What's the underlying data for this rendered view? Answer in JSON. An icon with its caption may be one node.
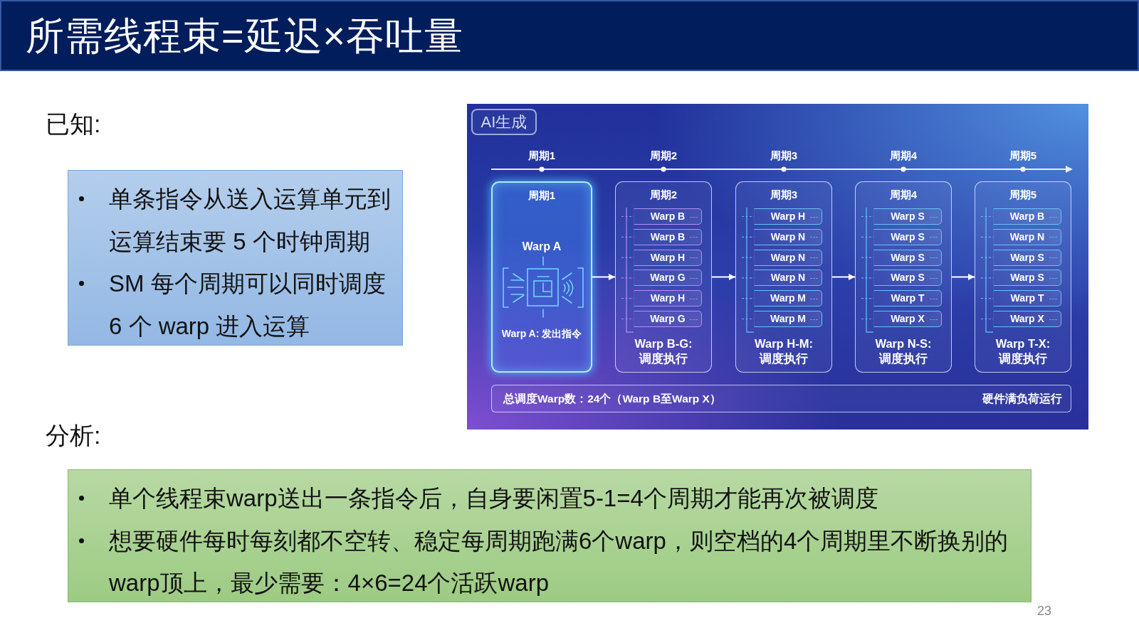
{
  "diagram": {
    "title": "所需线程束=延迟×吞吐量",
    "nodes": [
      {
        "text": [
          "单条指令从送入运算单元到运算结束要 5 个时钟周期",
          "SM 每个周期可以同时调度 6 个 warp 进入运算"
        ]
      },
      {
        "text": [
          "AI生成"
        ]
      },
      {
        "text": [
          "周期1",
          "Warp A",
          "Warp A: 发出指令"
        ]
      },
      {
        "text": [
          "周期2",
          "Warp B-G: 调度执行"
        ]
      },
      {
        "text": [
          "Warp B"
        ],
        "in": 3
      },
      {
        "text": [
          "Warp B"
        ],
        "in": 3
      },
      {
        "text": [
          "Warp H"
        ],
        "in": 3
      },
      {
        "text": [
          "Warp G"
        ],
        "in": 3
      },
      {
        "text": [
          "Warp H"
        ],
        "in": 3
      },
      {
        "text": [
          "Warp G"
        ],
        "in": 3
      },
      {
        "text": [
          "周期3",
          "Warp H-M: 调度执行"
        ]
      },
      {
        "text": [
          "Warp H"
        ],
        "in": 10
      },
      {
        "text": [
          "Warp N"
        ],
        "in": 10
      },
      {
        "text": [
          "Warp N"
        ],
        "in": 10
      },
      {
        "text": [
          "Warp N"
        ],
        "in": 10
      },
      {
        "text": [
          "Warp M"
        ],
        "in": 10
      },
      {
        "text": [
          "Warp M"
        ],
        "in": 10
      },
      {
        "text": [
          "周期4",
          "Warp N-S: 调度执行"
        ]
      },
      {
        "text": [
          "Warp S"
        ],
        "in": 17
      },
      {
        "text": [
          "Warp S"
        ],
        "in": 17
      },
      {
        "text": [
          "Warp S"
        ],
        "in": 17
      },
      {
        "text": [
          "Warp S"
        ],
        "in": 17
      },
      {
        "text": [
          "Warp T"
        ],
        "in": 17
      },
      {
        "text": [
          "Warp X"
        ],
        "in": 17
      },
      {
        "text": [
          "周期5",
          "Warp T-X: 调度执行"
        ]
      },
      {
        "text": [
          "Warp B"
        ],
        "in": 24
      },
      {
        "text": [
          "Warp N"
        ],
        "in": 24
      },
      {
        "text": [
          "Warp S"
        ],
        "in": 24
      },
      {
        "text": [
          "Warp S"
        ],
        "in": 24
      },
      {
        "text": [
          "Warp T"
        ],
        "in": 24
      },
      {
        "text": [
          "Warp X"
        ],
        "in": 24
      },
      {
        "text": [
          "总调度Warp数：24个（Warp B至Warp X）",
          "硬件满负荷运行"
        ]
      },
      {
        "text": [
          "单个线程束warp送出一条指令后，自身要闲置5-1=4个周期才能再次被调度",
          "想要硬件每时每刻都不空转、稳定每周期跑满6个warp，则空档的4个周期里不断换别的warp顶上，最少需要：4×6=24个活跃warp"
        ]
      }
    ],
    "edges": [
      {
        "from": 2,
        "to": 3,
        "arrow": "to"
      },
      {
        "from": 3,
        "to": 10,
        "arrow": "to"
      },
      {
        "from": 10,
        "to": 17,
        "arrow": "to"
      },
      {
        "from": 17,
        "to": 24,
        "arrow": "to"
      }
    ],
    "labels": [
      "已知:",
      "周期1",
      "周期2",
      "周期3",
      "周期4",
      "周期5",
      "分析:",
      "23"
    ]
  }
}
